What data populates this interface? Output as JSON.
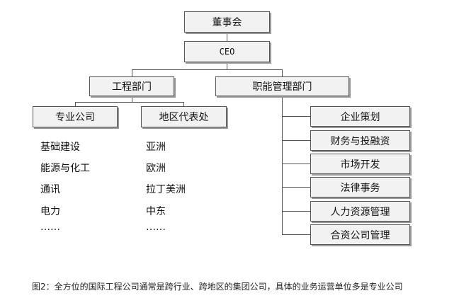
{
  "nodes": {
    "board": "董事会",
    "ceo": "CEO",
    "engineering": "工程部门",
    "functional": "职能管理部门",
    "specialist": "专业公司",
    "regional": "地区代表处"
  },
  "specialist_items": [
    "基础建设",
    "能源与化工",
    "通讯",
    "电力",
    "……"
  ],
  "regional_items": [
    "亚洲",
    "欧洲",
    "拉丁美洲",
    "中东",
    "……"
  ],
  "functional_items": [
    "企业策划",
    "财务与投融资",
    "市场开发",
    "法律事务",
    "人力资源管理",
    "合资公司管理"
  ],
  "caption": "图2：全方位的国际工程公司通常是跨行业、跨地区的集团公司，具体的业务运营单位多是专业公司"
}
